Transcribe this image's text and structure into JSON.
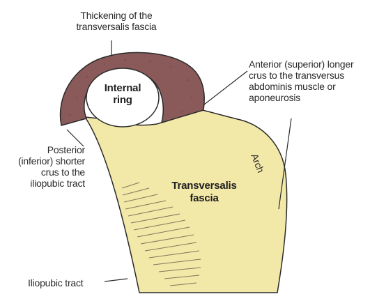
{
  "labels": {
    "thickening": "Thickening of the\ntransversalis fascia",
    "anterior_crus": "Anterior (superior) longer\ncrus to the transversus\nabdominis muscle or\naponeurosis",
    "internal_ring": "Internal\nring",
    "posterior_crus": "Posterior\n(inferior) shorter\ncrus to the\niliopubic tract",
    "arch": "Arch",
    "transversalis_fascia": "Transversalis\nfascia",
    "iliopubic_tract": "Iliopubic tract"
  },
  "colors": {
    "fascia_fill": "#f2e8a8",
    "sling_fill": "#8a5a5a",
    "outline": "#2a2a2a",
    "ring_fill": "#ffffff"
  }
}
